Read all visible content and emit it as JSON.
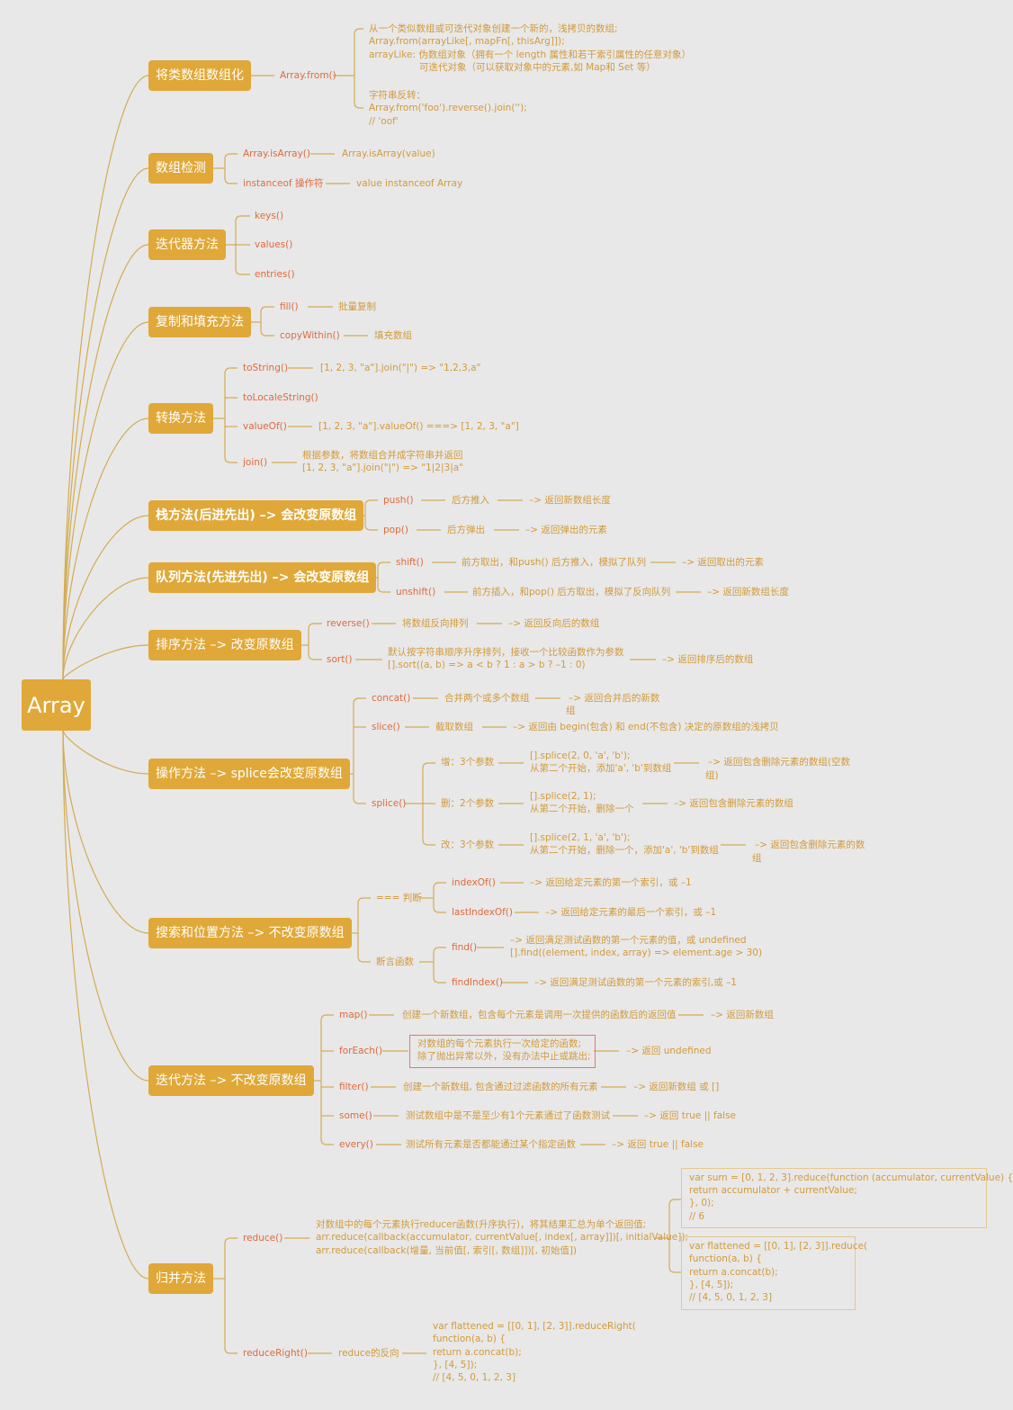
{
  "root": "Array",
  "colors": {
    "topic_fill": "#e0a838",
    "connector": "#d4ab52",
    "method_text": "#e06a3c",
    "desc_text": "#d39a3a",
    "background": "#e8e8e8"
  },
  "topics": {
    "t1": "将类数组数组化",
    "t2": "数组检测",
    "t3": "迭代器方法",
    "t4": "复制和填充方法",
    "t5": "转换方法",
    "t6": "栈方法(后进先出) –> 会改变原数组",
    "t7": "队列方法(先进先出) –> 会改变原数组",
    "t8": "排序方法 –> 改变原数组",
    "t9": "操作方法 –> splice会改变原数组",
    "t10": "搜索和位置方法 –> 不改变原数组",
    "t11": "迭代方法 –> 不改变原数组",
    "t12": "归并方法"
  },
  "n": {
    "t1_m": "Array.from()",
    "t1_d": [
      "从一个类似数组或可迭代对象创建一个新的，浅拷贝的数组;",
      "Array.from(arrayLike[, mapFn[, thisArg]]);",
      "arrayLike:  伪数组对象（拥有一个 length 属性和若干索引属性的任意对象）",
      "可迭代对象（可以获取对象中的元素,如 Map和 Set 等）",
      "字符串反转：",
      "Array.from('foo').reverse().join('');",
      "// 'oof'"
    ],
    "t2_m1": "Array.isArray()",
    "t2_d1": "Array.isArray(value)",
    "t2_m2": "instanceof 操作符",
    "t2_d2": "value instanceof Array",
    "t3_m1": "keys()",
    "t3_m2": "values()",
    "t3_m3": "entries()",
    "t4_m1": "fill()",
    "t4_d1": "批量复制",
    "t4_m2": "copyWithin()",
    "t4_d2": "填充数组",
    "t5_m1": "toString()",
    "t5_d1": "[1, 2, 3, \"a\"].join(\"|\")  => \"1,2,3,a\"",
    "t5_m2": "toLocaleString()",
    "t5_m3": "valueOf()",
    "t5_d3": "[1, 2, 3, \"a\"].valueOf() ===> [1, 2, 3, \"a\"]",
    "t5_m4": "join()",
    "t5_d4a": "根据参数，将数组合并成字符串并返回",
    "t5_d4b": "[1, 2, 3, \"a\"].join(\"|\")  => \"1|2|3|a\"",
    "t6_m1": "push()",
    "t6_d1": "后方推入",
    "t6_r1": "–> 返回新数组长度",
    "t6_m2": "pop()",
    "t6_d2": "后方弹出",
    "t6_r2": "–> 返回弹出的元素",
    "t7_m1": "shift()",
    "t7_d1": "前方取出，和push() 后方推入，模拟了队列",
    "t7_r1": "–> 返回取出的元素",
    "t7_m2": "unshift()",
    "t7_d2": "前方插入，和pop() 后方取出，模拟了反向队列",
    "t7_r2": "–> 返回新数组长度",
    "t8_m1": "reverse()",
    "t8_d1": "将数组反向排列",
    "t8_r1": "–> 返回反向后的数组",
    "t8_m2": "sort()",
    "t8_d2a": "默认按字符串顺序升序排列，接收一个比较函数作为参数",
    "t8_d2b": "[].sort((a, b) => a < b ? 1 : a > b ? –1 : 0)",
    "t8_r2": "–> 返回排序后的数组",
    "t9_m1": "concat()",
    "t9_d1": "合并两个或多个数组",
    "t9_r1a": "–> 返回合并后的新数",
    "t9_r1b": "组",
    "t9_m2": "slice()",
    "t9_d2": "截取数组",
    "t9_r2": "–> 返回由 begin(包含) 和 end(不包含) 决定的原数组的浅拷贝",
    "t9_m3": "splice()",
    "t9_s1": "增：3个参数",
    "t9_s1a": "[].splice(2, 0, 'a', 'b');",
    "t9_s1b": "从第二个开始，添加'a', 'b'到数组",
    "t9_s1r1": "–> 返回包含删除元素的数组(空数",
    "t9_s1r2": "组)",
    "t9_s2": "删：2个参数",
    "t9_s2a": "[].splice(2, 1);",
    "t9_s2b": "从第二个开始，删除一个",
    "t9_s2r": "–> 返回包含删除元素的数组",
    "t9_s3": "改：3个参数",
    "t9_s3a": "[].splice(2, 1, 'a', 'b');",
    "t9_s3b": "从第二个开始，删除一个，添加'a', 'b'到数组",
    "t9_s3r1": "–> 返回包含删除元素的数",
    "t9_s3r2": "组",
    "t10_g1": "=== 判断",
    "t10_m1": "indexOf()",
    "t10_r1": "–> 返回给定元素的第一个索引，或 –1",
    "t10_m2": "lastIndexOf()",
    "t10_r2": "–> 返回给定元素的最后一个索引，或 –1",
    "t10_g2": "断言函数",
    "t10_m3": "find()",
    "t10_r3a": "–> 返回满足测试函数的第一个元素的值，或 undefined",
    "t10_r3b": "[].find((element, index, array) => element.age > 30)",
    "t10_m4": "findIndex()",
    "t10_r4": "–> 返回满足测试函数的第一个元素的索引,或 –1",
    "t11_m1": "map()",
    "t11_d1": "创建一个新数组，包含每个元素是调用一次提供的函数后的返回值",
    "t11_r1": "–> 返回新数组",
    "t11_m2": "forEach()",
    "t11_d2a": "对数组的每个元素执行一次给定的函数;",
    "t11_d2b": "除了抛出异常以外，没有办法中止或跳出;",
    "t11_r2": "–> 返回 undefined",
    "t11_m3": "filter()",
    "t11_d3": "创建一个新数组, 包含通过过滤函数的所有元素",
    "t11_r3": "–> 返回新数组 或 []",
    "t11_m4": "some()",
    "t11_d4": "测试数组中是不是至少有1个元素通过了函数测试",
    "t11_r4": "–> 返回 true || false",
    "t11_m5": "every()",
    "t11_d5": "测试所有元素是否都能通过某个指定函数",
    "t11_r5": "–> 返回 true || false",
    "t12_m1": "reduce()",
    "t12_d1": [
      "对数组中的每个元素执行reducer函数(升序执行)，将其结果汇总为单个返回值;",
      "arr.reduce(callback(accumulator, currentValue[, index[, array]])[, initialValue]);",
      "arr.reduce(callback(增量, 当前值[, 索引[, 数组]])[, 初始值])"
    ],
    "t12_c1": [
      "var sum = [0, 1, 2, 3].reduce(function (accumulator, currentValue) {",
      "    return accumulator + currentValue;",
      "}, 0);",
      "// 6"
    ],
    "t12_c2": [
      "var flattened = [[0, 1], [2, 3]].reduce(",
      "    function(a, b) {",
      "        return a.concat(b);",
      "  }, [4, 5]);",
      "// [4, 5, 0, 1, 2, 3]"
    ],
    "t12_m2": "reduceRight()",
    "t12_d2": "reduce的反向",
    "t12_c3": [
      "var flattened = [[0, 1], [2, 3]].reduceRight(",
      "  function(a, b) {",
      "    return a.concat(b);",
      "}, [4, 5]);",
      "// [4, 5, 0, 1, 2, 3]"
    ]
  }
}
